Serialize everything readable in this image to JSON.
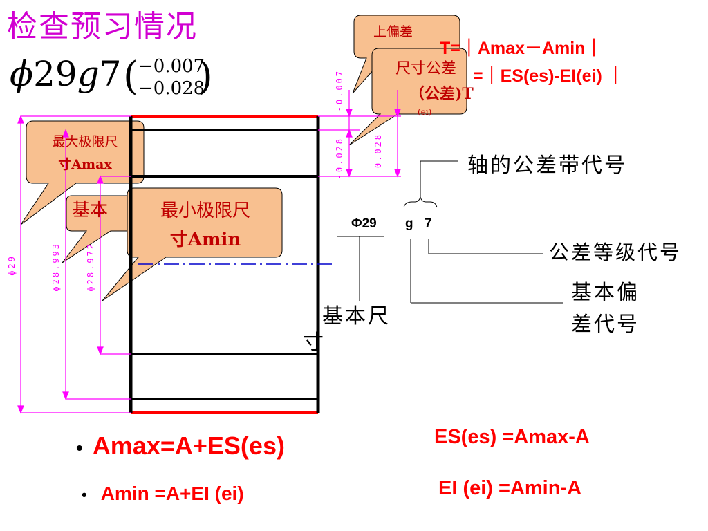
{
  "title": "检查预习情况",
  "formula": {
    "symbol": "ϕ",
    "basic": "29",
    "letter": "g",
    "grade": "7",
    "upper": "−0.007",
    "lower": "−0.028"
  },
  "callouts": {
    "upper_dev": "上偏差",
    "size_tol_1": "尺寸公差",
    "size_tol_2": "（公差)T",
    "ei_small": "(ei)",
    "max_1": "最大极限尺",
    "max_2": "寸Amax",
    "basic_size": "基本",
    "min_1": "最小极限尺",
    "min_2": "寸Amin"
  },
  "tolerance_formula_1": "T=｜Amax－Amin｜",
  "tolerance_formula_2": "=｜ES(es)-EI(ei) ｜",
  "dim_labels": {
    "es": "-0.007",
    "ei": "-0.028",
    "tol": "0.028",
    "d29": "ϕ29",
    "d28993": "ϕ28.993",
    "d28972": "ϕ28.972"
  },
  "code_labels": {
    "phi29": "Φ29",
    "g": "g",
    "seven": "7",
    "shaft_band": "轴的公差带代号",
    "grade_code": "公差等级代号",
    "basic_dev_1": "基本偏",
    "basic_dev_2": "差代号",
    "basic_size_1": "基本尺",
    "basic_size_2": "寸"
  },
  "bullets": [
    {
      "marker": "•",
      "text": "Amax=A+ES(es)"
    },
    {
      "marker": "•",
      "text": "Amin =A+EI (ei)"
    }
  ],
  "right_formulas": [
    "ES(es) =Amax-A",
    "EI (ei)  =Amin-A"
  ],
  "colors": {
    "title": "#d100d1",
    "red": "#ff0000",
    "magenta": "#ff00ff",
    "callout_fill": "#f8c090",
    "callout_text": "#c00000"
  }
}
